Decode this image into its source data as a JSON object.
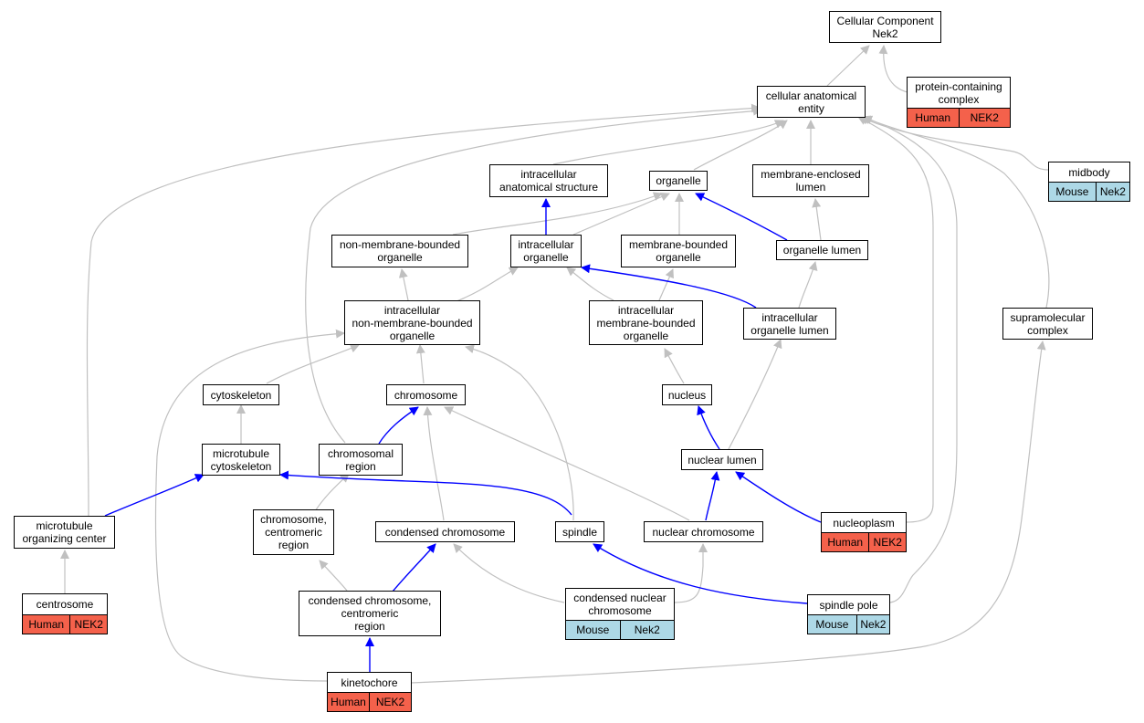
{
  "colors": {
    "is_a_edge": "#c0c0c0",
    "part_of_edge": "#0000ff",
    "human": "#f4614b",
    "mouse": "#add8e6"
  },
  "nodes": {
    "root": "Cellular Component\nNek2",
    "cae": "cellular anatomical\nentity",
    "pcc": "protein-containing\ncomplex",
    "midbody": "midbody",
    "ias": "intracellular\nanatomical structure",
    "organelle": "organelle",
    "mel": "membrane-enclosed\nlumen",
    "nmbo": "non-membrane-bounded\norganelle",
    "io": "intracellular\norganelle",
    "mbo": "membrane-bounded\norganelle",
    "ol": "organelle lumen",
    "inmbo": "intracellular\nnon-membrane-bounded\norganelle",
    "imbo": "intracellular\nmembrane-bounded\norganelle",
    "iol": "intracellular\norganelle lumen",
    "smc": "supramolecular\ncomplex",
    "cytoskeleton": "cytoskeleton",
    "chromosome": "chromosome",
    "nucleus": "nucleus",
    "mtc": "microtubule\ncytoskeleton",
    "chromreg": "chromosomal\nregion",
    "nuclumen": "nuclear lumen",
    "nucleoplasm": "nucleoplasm",
    "mtoc": "microtubule\norganizing center",
    "ccr": "chromosome,\ncentromeric\nregion",
    "condchr": "condensed chromosome",
    "spindle": "spindle",
    "nucchr": "nuclear chromosome",
    "centrosome": "centrosome",
    "cccr": "condensed chromosome,\ncentromeric\nregion",
    "cnc": "condensed nuclear\nchromosome",
    "spindlepole": "spindle pole",
    "kinetochore": "kinetochore"
  },
  "annotations": {
    "pcc": [
      "Human",
      "NEK2"
    ],
    "midbody": [
      "Mouse",
      "Nek2"
    ],
    "nucleoplasm": [
      "Human",
      "NEK2"
    ],
    "centrosome": [
      "Human",
      "NEK2"
    ],
    "cnc": [
      "Mouse",
      "Nek2"
    ],
    "spindlepole": [
      "Mouse",
      "Nek2"
    ],
    "kinetochore": [
      "Human",
      "NEK2"
    ]
  }
}
